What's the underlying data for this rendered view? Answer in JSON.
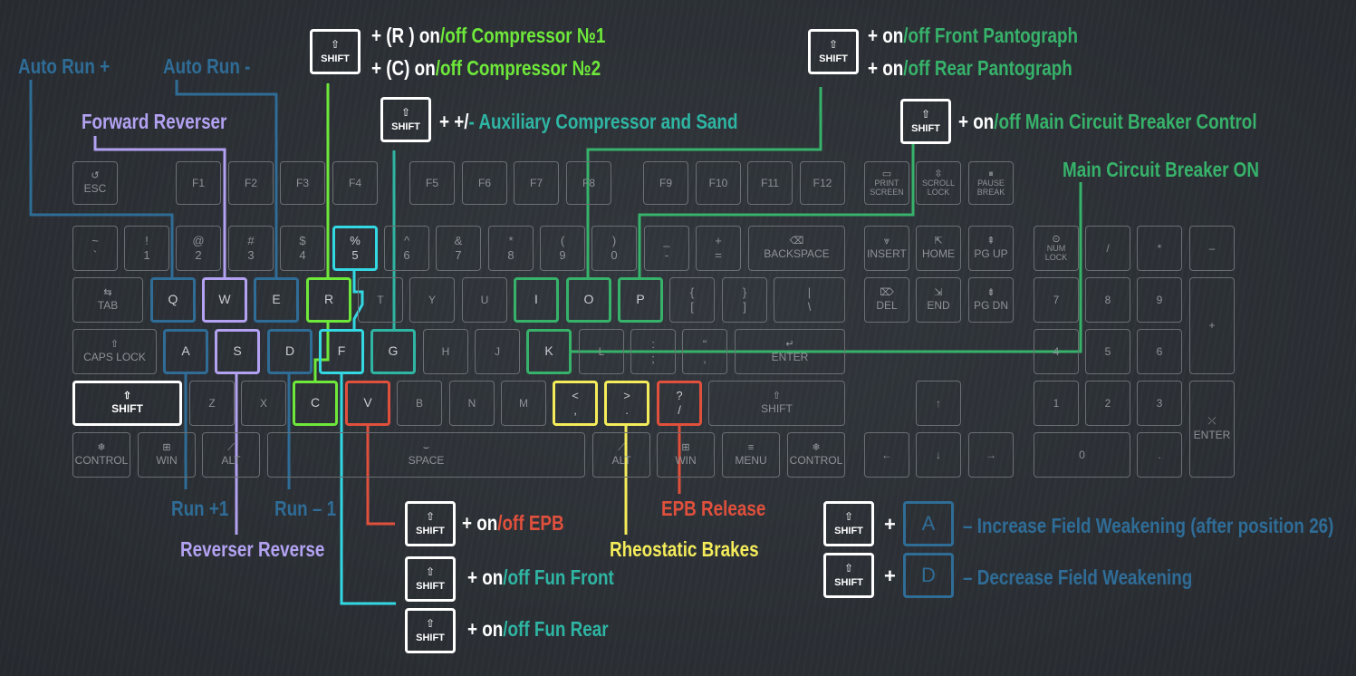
{
  "colors": {
    "blue": "#2f6c96",
    "purple": "#b3a2f2",
    "green": "#6ee83a",
    "teal": "#2fb5a3",
    "cyan": "#33d8e3",
    "midgreen": "#37b26a",
    "red": "#e0503c",
    "yellow": "#f4ec5a",
    "white": "#ffffff",
    "key_border": "#6b6f74",
    "key_text": "#8e9297"
  },
  "shift_key": {
    "icon": "⇧",
    "label": "SHIFT"
  },
  "keys": {
    "esc": [
      "ESC"
    ],
    "f1": [
      "F1"
    ],
    "f2": [
      "F2"
    ],
    "f3": [
      "F3"
    ],
    "f4": [
      "F4"
    ],
    "f5": [
      "F5"
    ],
    "f6": [
      "F6"
    ],
    "f7": [
      "F7"
    ],
    "f8": [
      "F8"
    ],
    "f9": [
      "F9"
    ],
    "f10": [
      "F10"
    ],
    "f11": [
      "F11"
    ],
    "f12": [
      "F12"
    ],
    "prtsc": [
      "PRINT",
      "SCREEN"
    ],
    "scroll": [
      "SCROLL",
      "LOCK"
    ],
    "pause": [
      "PAUSE",
      "BREAK"
    ],
    "tilde": [
      "~",
      "`"
    ],
    "n1": [
      "!",
      "1"
    ],
    "n2": [
      "@",
      "2"
    ],
    "n3": [
      "#",
      "3"
    ],
    "n4": [
      "$",
      "4"
    ],
    "n5": [
      "%",
      "5"
    ],
    "n6": [
      "^",
      "6"
    ],
    "n7": [
      "&",
      "7"
    ],
    "n8": [
      "*",
      "8"
    ],
    "n9": [
      "(",
      "9"
    ],
    "n0": [
      ")",
      "0"
    ],
    "minus": [
      "_",
      "-"
    ],
    "equals": [
      "+",
      "="
    ],
    "backspace": [
      "BACKSPACE"
    ],
    "insert": [
      "INSERT"
    ],
    "home": [
      "HOME"
    ],
    "pgup": [
      "PG UP"
    ],
    "numlock": [
      "NUM",
      "LOCK"
    ],
    "kpdiv": [
      "/"
    ],
    "kpmul": [
      "*"
    ],
    "kpminus": [
      "–"
    ],
    "tab": [
      "TAB"
    ],
    "q": [
      "Q"
    ],
    "w": [
      "W"
    ],
    "e": [
      "E"
    ],
    "r": [
      "R"
    ],
    "t": [
      "T"
    ],
    "y": [
      "Y"
    ],
    "u": [
      "U"
    ],
    "i": [
      "I"
    ],
    "o": [
      "O"
    ],
    "p": [
      "P"
    ],
    "lbracket": [
      "{",
      "["
    ],
    "rbracket": [
      "}",
      "]"
    ],
    "backslash": [
      "|",
      "\\"
    ],
    "del": [
      "DEL"
    ],
    "end": [
      "END"
    ],
    "pgdn": [
      "PG DN"
    ],
    "kp7": [
      "7"
    ],
    "kp8": [
      "8"
    ],
    "kp9": [
      "9"
    ],
    "kpplus": [
      "+"
    ],
    "capslock": [
      "CAPS LOCK"
    ],
    "a": [
      "A"
    ],
    "s": [
      "S"
    ],
    "d": [
      "D"
    ],
    "f": [
      "F"
    ],
    "g": [
      "G"
    ],
    "h": [
      "H"
    ],
    "j": [
      "J"
    ],
    "k": [
      "K"
    ],
    "l": [
      "L"
    ],
    "semicolon": [
      ":",
      ";"
    ],
    "quote": [
      "“",
      ","
    ],
    "enter": [
      "ENTER"
    ],
    "kp4": [
      "4"
    ],
    "kp5": [
      "5"
    ],
    "kp6": [
      "6"
    ],
    "lshift": [
      "SHIFT"
    ],
    "z": [
      "Z"
    ],
    "x": [
      "X"
    ],
    "c": [
      "C"
    ],
    "v": [
      "V"
    ],
    "b": [
      "B"
    ],
    "n": [
      "N"
    ],
    "m": [
      "M"
    ],
    "comma": [
      "<",
      ","
    ],
    "period": [
      ">",
      "."
    ],
    "slash": [
      "?",
      "/"
    ],
    "rshift": [
      "SHIFT"
    ],
    "up": [
      "↑"
    ],
    "kp1": [
      "1"
    ],
    "kp2": [
      "2"
    ],
    "kp3": [
      "3"
    ],
    "kpenter": [
      "ENTER"
    ],
    "lctrl": [
      "CONTROL"
    ],
    "lwin": [
      "WIN"
    ],
    "lalt": [
      "ALT"
    ],
    "space": [
      "SPACE"
    ],
    "ralt": [
      "ALT"
    ],
    "rwin": [
      "WIN"
    ],
    "menu": [
      "MENU"
    ],
    "rctrl": [
      "CONTROL"
    ],
    "left": [
      "←"
    ],
    "down": [
      "↓"
    ],
    "right": [
      "→"
    ],
    "kp0": [
      "0"
    ],
    "kpdot": [
      "."
    ]
  },
  "labels": {
    "auto_run_plus": "Auto Run +",
    "auto_run_minus": "Auto Run -",
    "forward_reverser": "Forward Reverser",
    "comp1_prefix": "+ (R ) on",
    "comp1_suffix": "/off Compressor №1",
    "comp2_prefix": "+ (C) on",
    "comp2_suffix": "/off Compressor №2",
    "aux_prefix": "+ +/",
    "aux_suffix": "- Auxiliary Compressor and Sand",
    "front_panto_prefix": "+ on",
    "front_panto_suffix": "/off Front Pantograph",
    "rear_panto_prefix": "+ on",
    "rear_panto_suffix": "/off Rear Pantograph",
    "mcb_control_prefix": "+ on",
    "mcb_control_suffix": "/off Main Circuit Breaker Control",
    "mcb_on": "Main Circuit Breaker ON",
    "run_plus_1": "Run +1",
    "run_minus_1": "Run – 1",
    "reverser_reverse": "Reverser Reverse",
    "epb_prefix": "+ on",
    "epb_suffix": "/off EPB",
    "fun_front_prefix": "+  on",
    "fun_front_suffix": "/off Fun Front",
    "fun_rear_prefix": "+  on",
    "fun_rear_suffix": "/off Fun Rear",
    "epb_release": "EPB Release",
    "rheostatic_brakes": "Rheostatic Brakes",
    "plus": "+",
    "field_a_key": "A",
    "field_d_key": "D",
    "field_increase": "– Increase Field Weakening (after position 26)",
    "field_decrease": "– Decrease Field Weakening"
  }
}
